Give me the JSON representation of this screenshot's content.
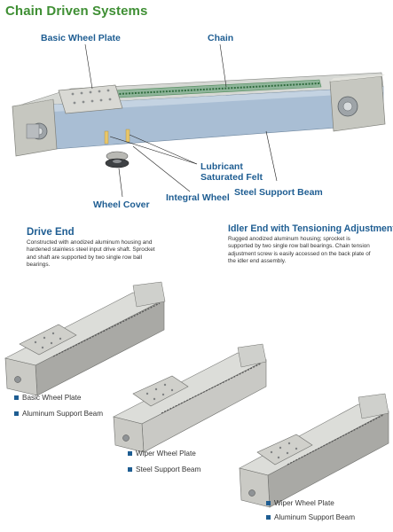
{
  "page_title": "Chain Driven Systems",
  "callouts": {
    "basic_wheel_plate": "Basic Wheel Plate",
    "chain": "Chain",
    "lubricant_line1": "Lubricant",
    "lubricant_line2": "Saturated Felt",
    "integral_wheel": "Integral Wheel",
    "wheel_cover": "Wheel Cover",
    "steel_support_beam": "Steel Support Beam"
  },
  "drive_end": {
    "heading": "Drive End",
    "lines": [
      "Constructed with anodized aluminum housing and",
      "hardened stainless steel input drive shaft. Sprocket",
      "and shaft are supported by two single row ball",
      "bearings."
    ]
  },
  "idler_end": {
    "heading": "Idler End with Tensioning Adjustment",
    "lines": [
      "Rugged anodized aluminum housing; sprocket is",
      "supported by two single row ball bearings. Chain tension",
      "adjustment screw is easily accessed on the back plate of",
      "the idler end assembly."
    ]
  },
  "variants": [
    {
      "items": [
        "Basic Wheel Plate",
        "Aluminum Support Beam"
      ]
    },
    {
      "items": [
        "Wiper Wheel Plate",
        "Steel Support Beam"
      ]
    },
    {
      "items": [
        "Wiper Wheel Plate",
        "Aluminum Support Beam"
      ]
    }
  ],
  "colors": {
    "title_green": "#3f8f34",
    "label_blue": "#1e5d92",
    "beam_blue": "#9fb6cf",
    "housing_grey": "#c8c8c2",
    "chain_green": "#4f8a5a"
  }
}
